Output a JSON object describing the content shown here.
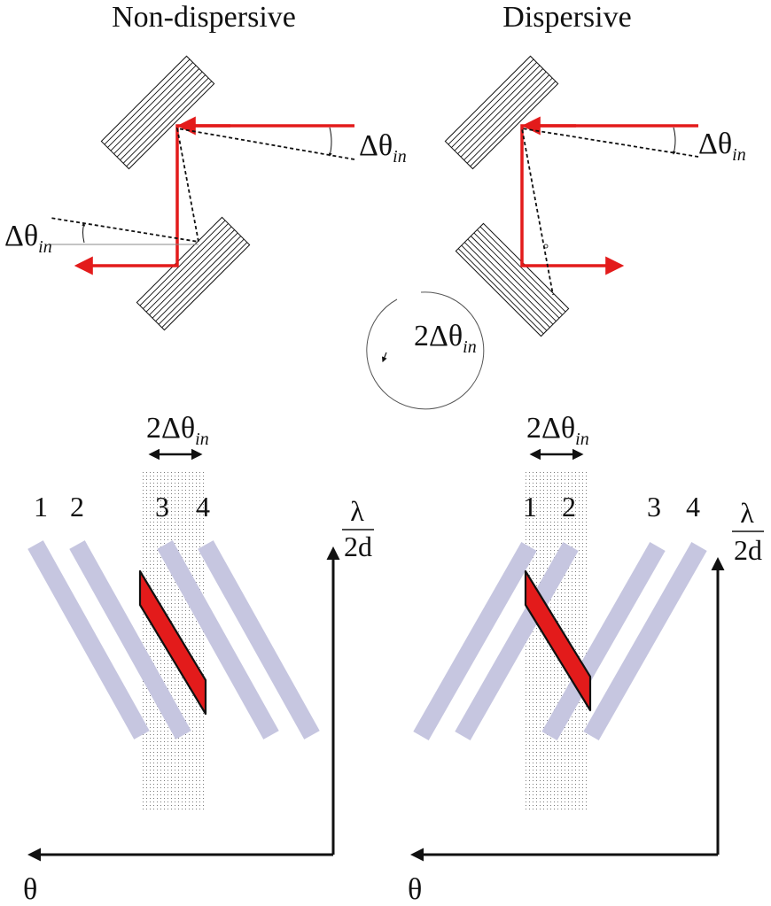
{
  "titles": {
    "left": "Non-dispersive",
    "right": "Dispersive"
  },
  "angle_labels": {
    "delta": "Δθ",
    "subscript": "in",
    "two_delta": "2Δθ"
  },
  "axes": {
    "x_label": "θ",
    "y_label_numerator": "λ",
    "y_label_denominator": "2d"
  },
  "left_panel": {
    "band_numbers": [
      "1",
      "2",
      "3",
      "4"
    ]
  },
  "right_panel": {
    "band_numbers": [
      "1",
      "2",
      "3",
      "4"
    ]
  },
  "colors": {
    "beam": "#e31b1b",
    "band": "#c6c6e0",
    "highlight": "#e31b1b",
    "stipple": "#8c8c8c",
    "axis": "#111111"
  }
}
